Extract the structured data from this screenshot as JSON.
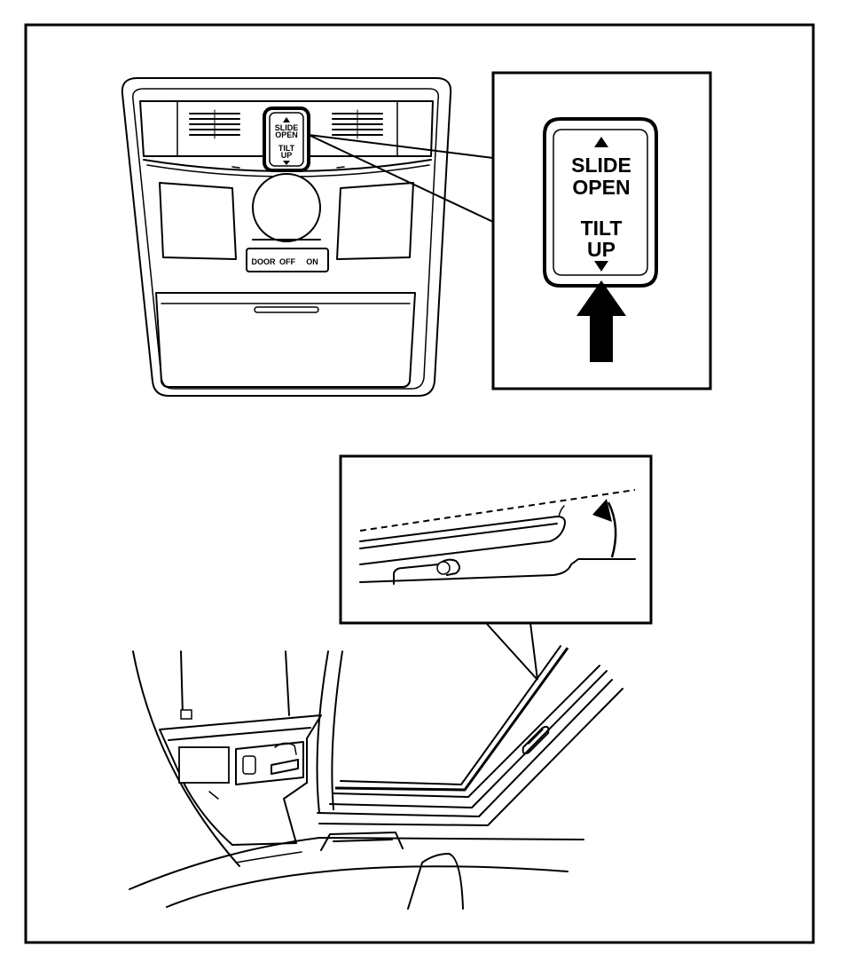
{
  "console": {
    "switch": {
      "slide_label_1": "SLIDE",
      "slide_label_2": "OPEN",
      "tilt_label_1": "TILT",
      "tilt_label_2": "UP"
    },
    "map_light_switch": {
      "door_label": "DOOR",
      "off_label": "OFF",
      "on_label": "ON"
    }
  },
  "callout": {
    "slide_label_1": "SLIDE",
    "slide_label_2": "OPEN",
    "tilt_label_1": "TILT",
    "tilt_label_2": "UP",
    "arrow_color": "#000000"
  },
  "colors": {
    "line": "#000000",
    "background": "#ffffff"
  }
}
